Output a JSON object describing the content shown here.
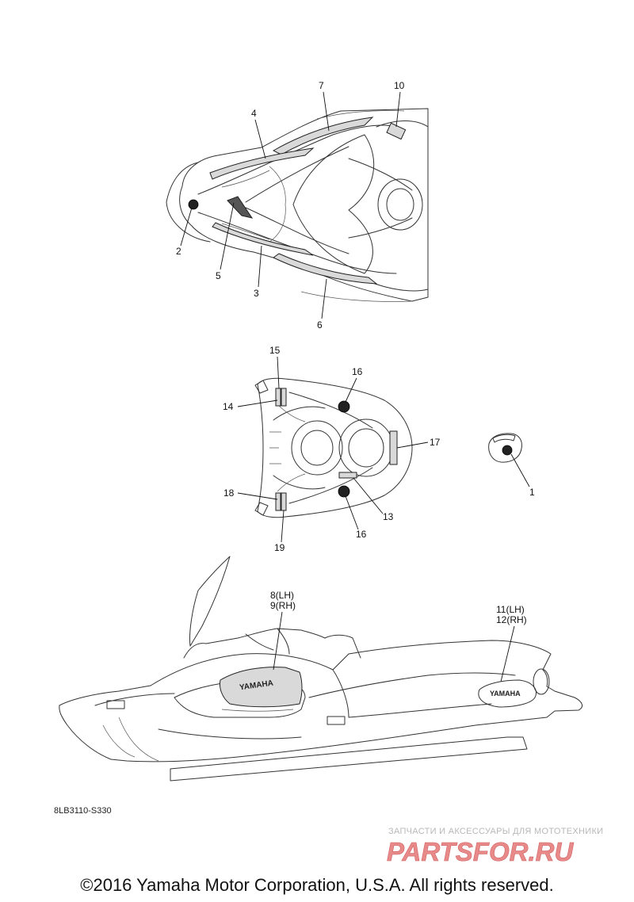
{
  "callouts": {
    "c1": "1",
    "c2": "2",
    "c3": "3",
    "c4": "4",
    "c5": "5",
    "c6": "6",
    "c7": "7",
    "c8": "8(LH)",
    "c9": "9(RH)",
    "c10": "10",
    "c11": "11(LH)",
    "c12": "12(RH)",
    "c13": "13",
    "c14": "14",
    "c15": "15",
    "c16a": "16",
    "c16b": "16",
    "c17": "17",
    "c18": "18",
    "c19": "19"
  },
  "decal_text": {
    "side_logo": "YAMAHA",
    "rear_logo": "YAMAHA"
  },
  "diagram_code": "8LB3110-S330",
  "watermark": {
    "tagline": "ЗАПЧАСТИ И АКСЕССУАРЫ ДЛЯ МОТОТЕХНИКИ",
    "logo": "PARTSFOR.RU"
  },
  "copyright": "©2016 Yamaha Motor Corporation, U.S.A. All rights reserved.",
  "colors": {
    "line": "#333333",
    "watermark_logo": "#e88a8a",
    "watermark_text": "#b8b8b8"
  }
}
